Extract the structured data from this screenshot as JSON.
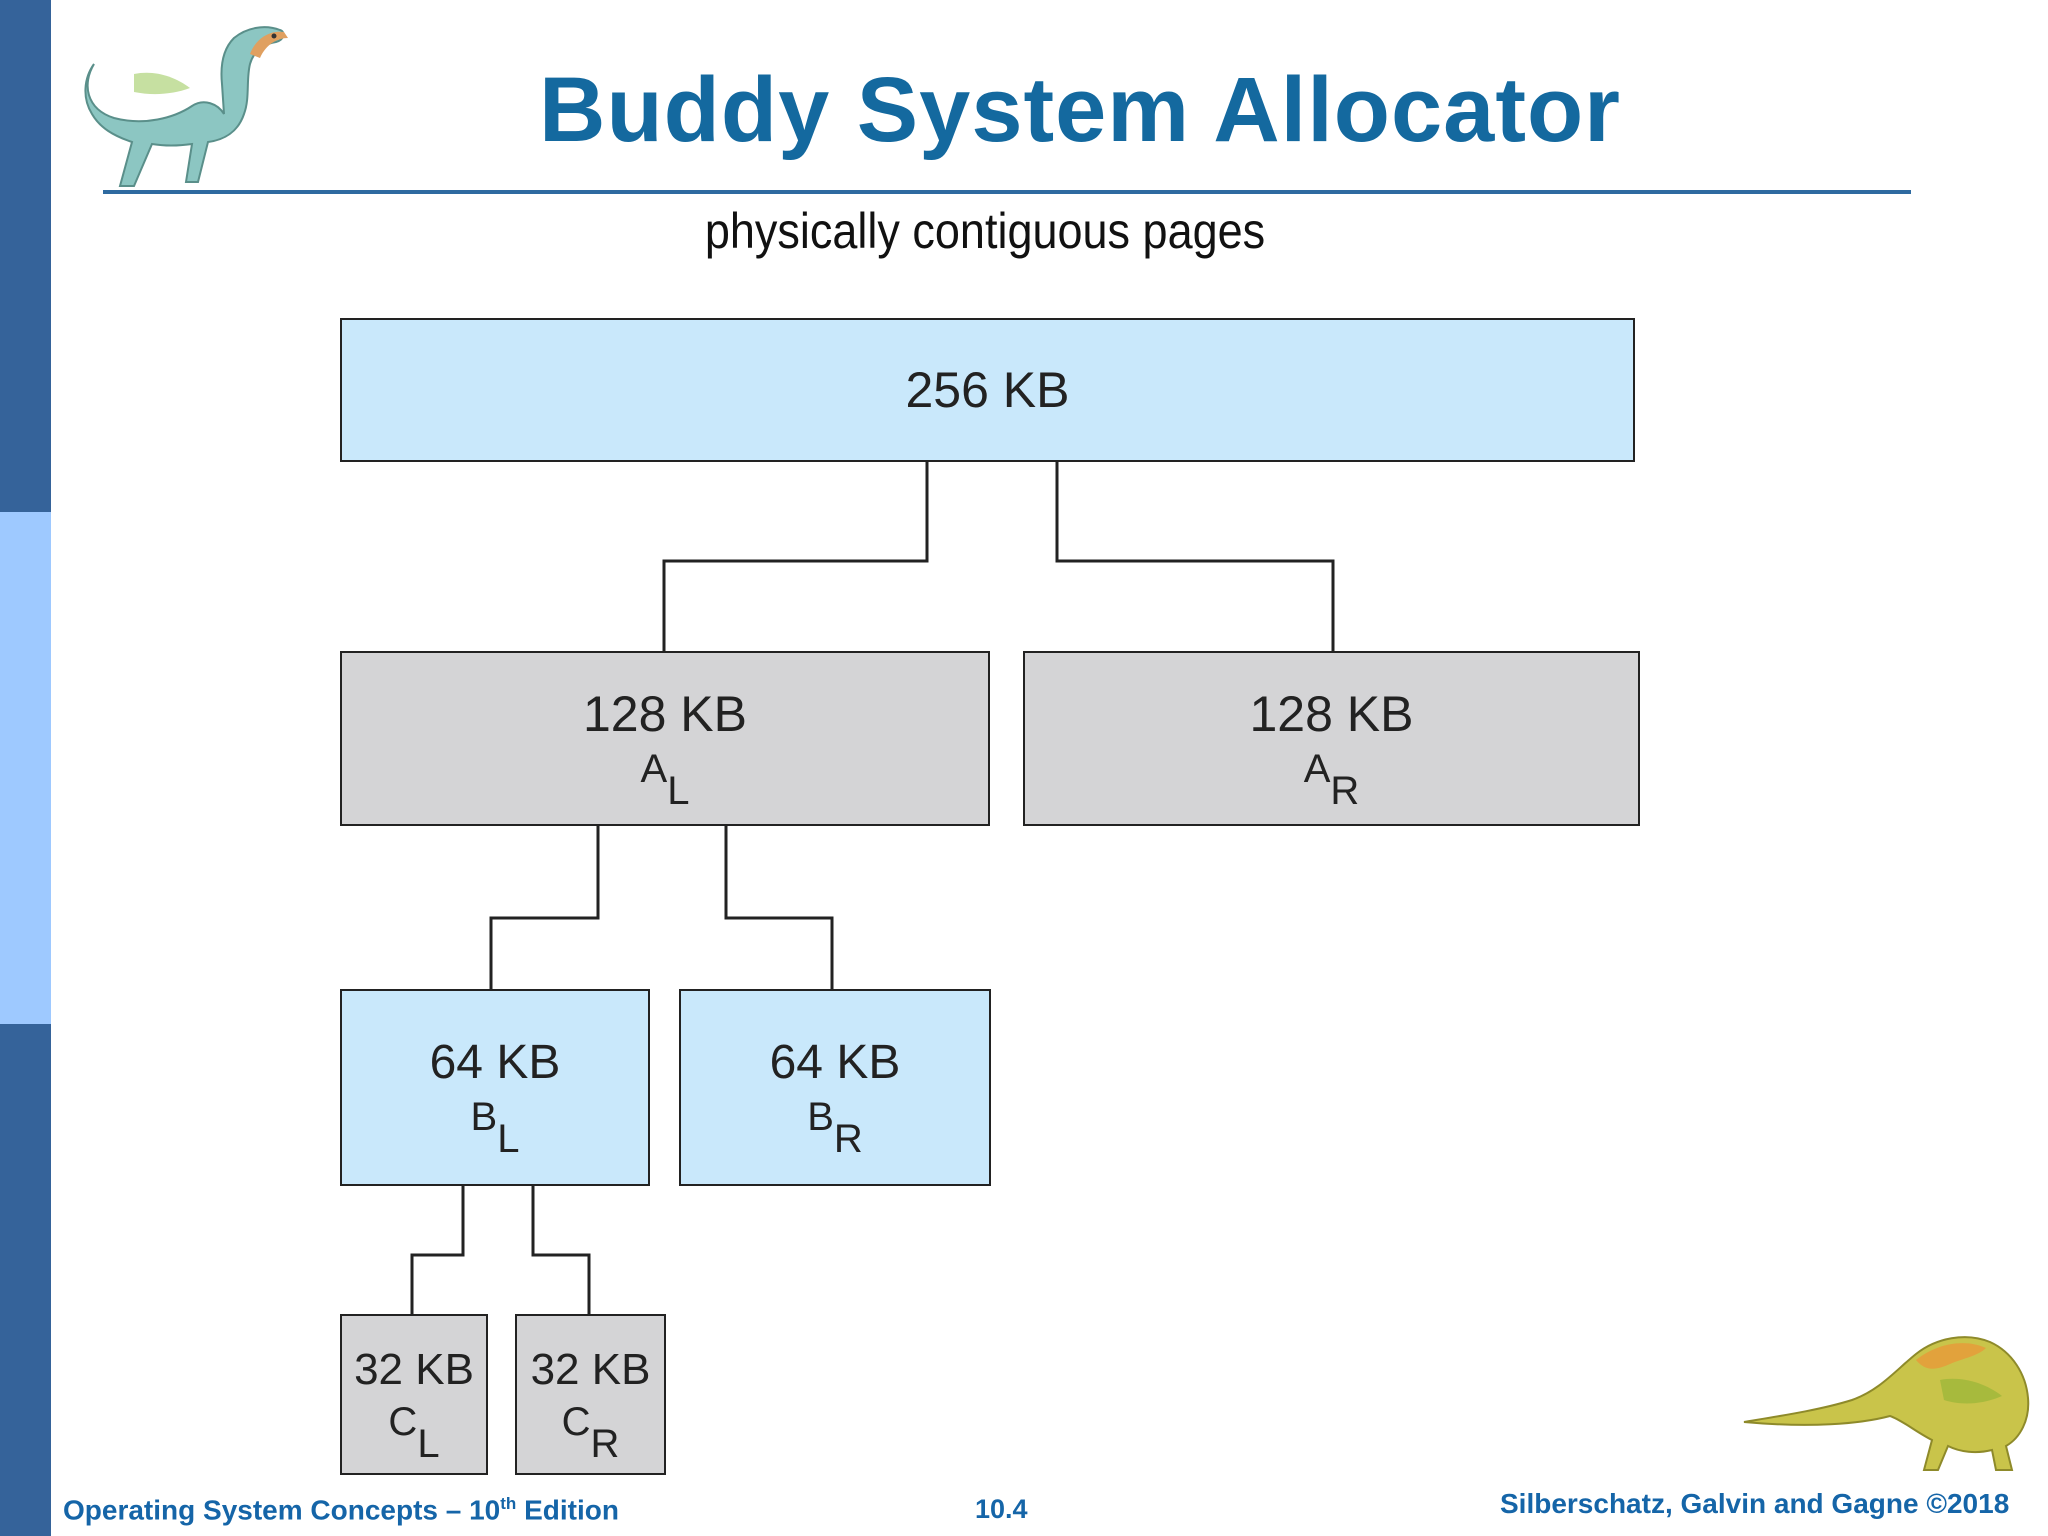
{
  "slide": {
    "title": "Buddy System Allocator",
    "subtitle": "physically contiguous pages",
    "page_number": "10.4"
  },
  "diagram": {
    "root": {
      "size": "256 KB"
    },
    "a_left": {
      "size": "128 KB",
      "symbol": "A",
      "subscript": "L"
    },
    "a_right": {
      "size": "128 KB",
      "symbol": "A",
      "subscript": "R"
    },
    "b_left": {
      "size": "64 KB",
      "symbol": "B",
      "subscript": "L"
    },
    "b_right": {
      "size": "64 KB",
      "symbol": "B",
      "subscript": "R"
    },
    "c_left": {
      "size": "32 KB",
      "symbol": "C",
      "subscript": "L"
    },
    "c_right": {
      "size": "32 KB",
      "symbol": "C",
      "subscript": "R"
    }
  },
  "footer": {
    "book_title": "Operating System Concepts – 10",
    "edition_superscript": "th",
    "edition_word": " Edition",
    "authors": "Silberschatz, Galvin and Gagne ©2018"
  },
  "colors": {
    "sidebar_dark": "#35639a",
    "sidebar_light": "#9ec9ff",
    "title": "#14699f",
    "footer_text": "#1565a8",
    "block_blue": "#c9e8fb",
    "block_gray": "#d4d4d6"
  },
  "icons": {
    "top_left": "dinosaur-icon",
    "bottom_right": "dinosaur-icon"
  }
}
